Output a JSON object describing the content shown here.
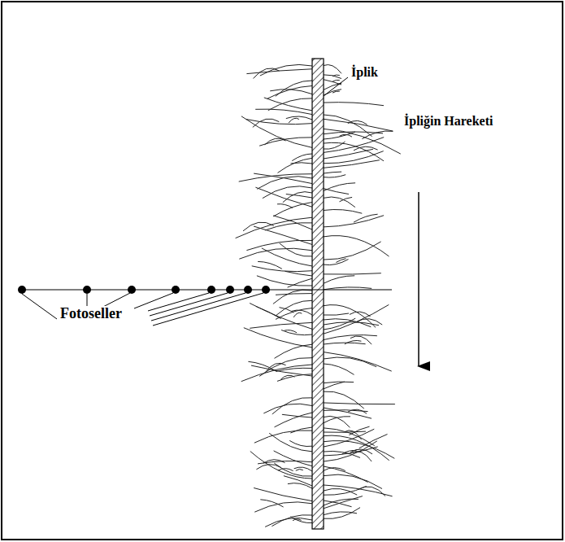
{
  "diagram": {
    "labels": [
      "İplik",
      "İpliğin Hareketi",
      "Fotoseller"
    ]
  }
}
